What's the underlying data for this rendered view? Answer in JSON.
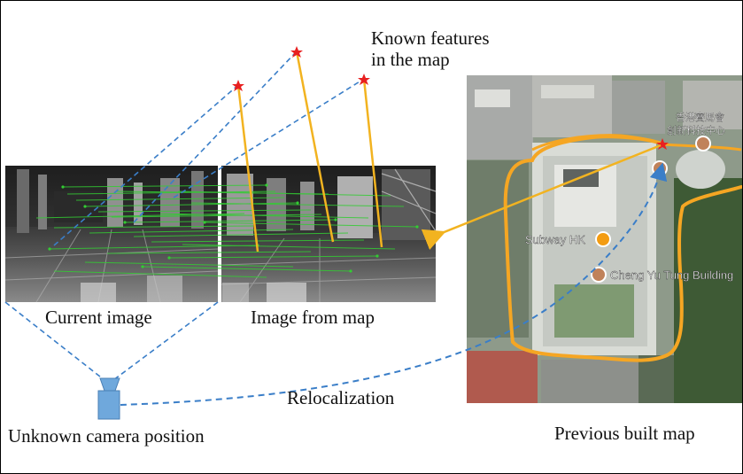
{
  "labels": {
    "known_features": "Known features",
    "known_features_line2": "in the map",
    "current_image": "Current image",
    "image_from_map": "Image from map",
    "relocalization": "Relocalization",
    "unknown_camera": "Unknown camera position",
    "previous_map": "Previous built map"
  },
  "map_labels": {
    "subway": "Subway HK",
    "building": "Cheng Yu Tung Building",
    "chinese_line1": "香港賽馬會",
    "chinese_line2": "創新科技中心"
  },
  "colors": {
    "feature_star": "#e82020",
    "dashed_blue": "#3a7ec8",
    "orange_line": "#f2b320",
    "trajectory": "#f5a623",
    "match_green": "#33cc33",
    "camera_body": "#6fa8dc"
  }
}
